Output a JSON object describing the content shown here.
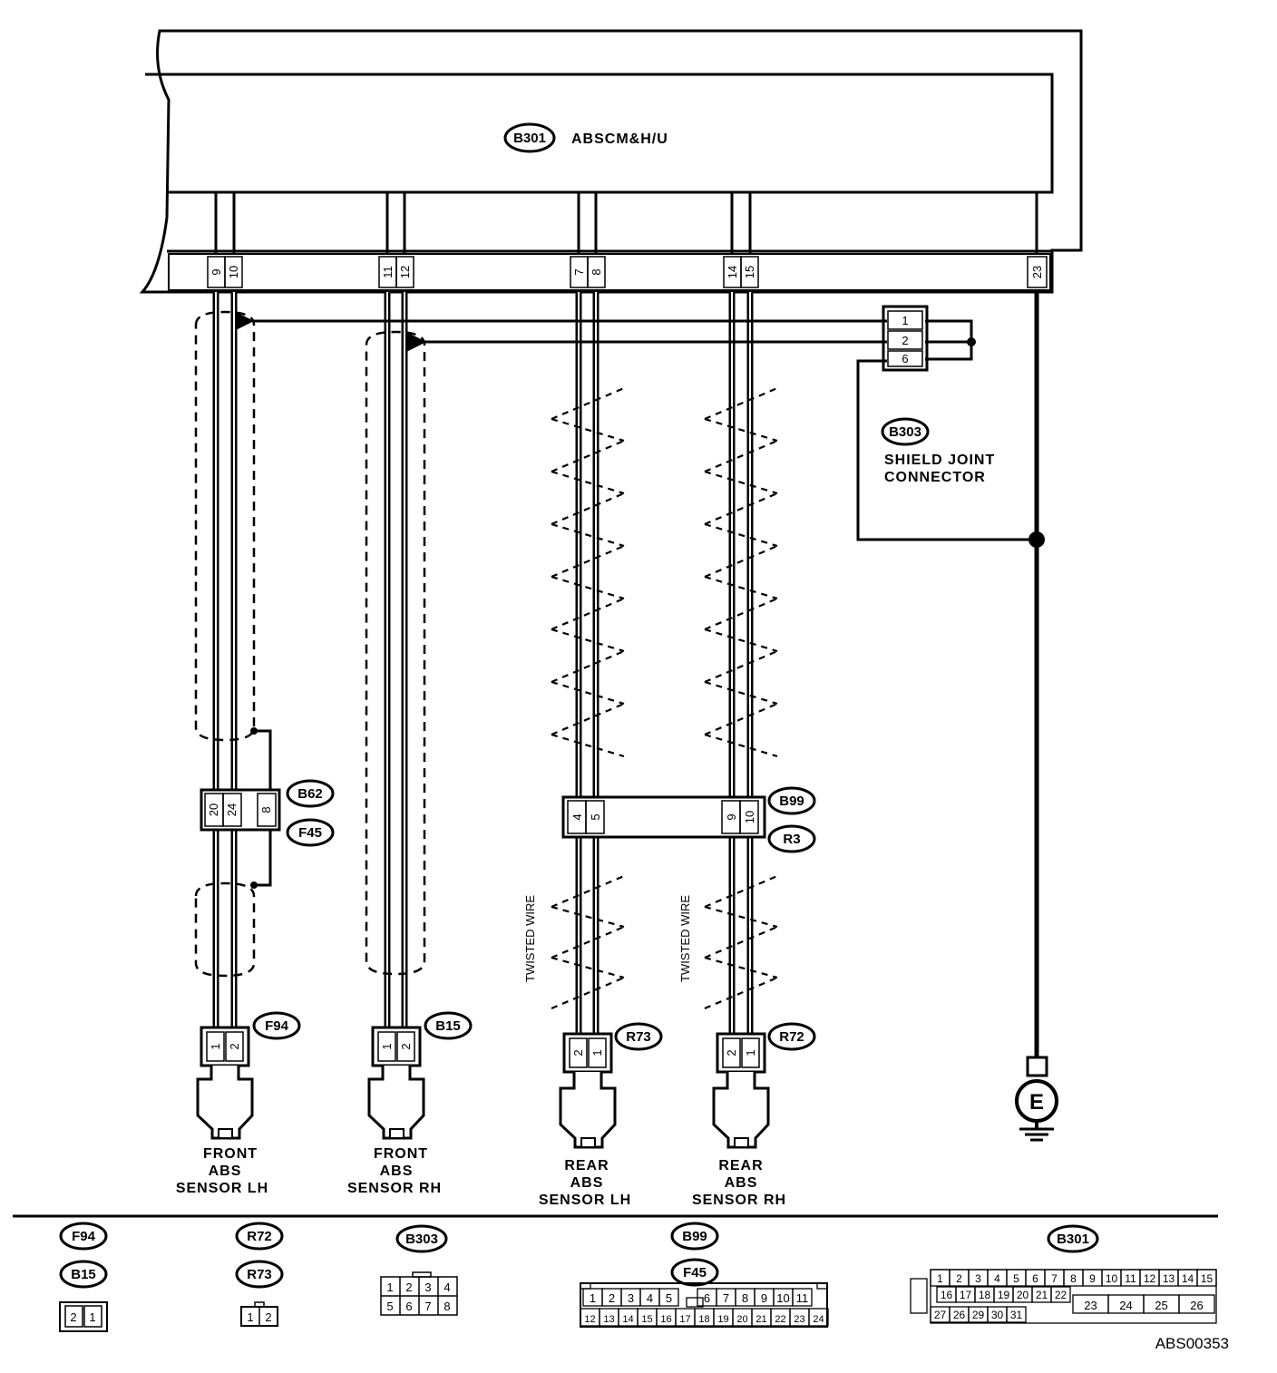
{
  "module": {
    "code": "B301",
    "name": "ABSCM&H/U"
  },
  "module_pins": [
    "9",
    "10",
    "11",
    "12",
    "7",
    "8",
    "14",
    "15",
    "23"
  ],
  "shield_joint": {
    "code": "B303",
    "label_line1": "SHIELD JOINT",
    "label_line2": "CONNECTOR",
    "pins": [
      "1",
      "2",
      "6"
    ]
  },
  "joint_connectors": {
    "front": {
      "codes": [
        "B62",
        "F45"
      ],
      "pins": [
        "20",
        "24",
        "8"
      ]
    },
    "rear": {
      "codes": [
        "B99",
        "R3"
      ],
      "pins": [
        "4",
        "5",
        "9",
        "10"
      ]
    }
  },
  "twisted_wire_label": "TWISTED WIRE",
  "sensors": [
    {
      "code": "F94",
      "pins": [
        "1",
        "2"
      ],
      "line1": "FRONT",
      "line2": "ABS",
      "line3": "SENSOR  LH"
    },
    {
      "code": "B15",
      "pins": [
        "1",
        "2"
      ],
      "line1": "FRONT",
      "line2": "ABS",
      "line3": "SENSOR  RH"
    },
    {
      "code": "R73",
      "pins": [
        "2",
        "1"
      ],
      "line1": "REAR",
      "line2": "ABS",
      "line3": "SENSOR  LH"
    },
    {
      "code": "R72",
      "pins": [
        "2",
        "1"
      ],
      "line1": "REAR",
      "line2": "ABS",
      "line3": "SENSOR  RH"
    }
  ],
  "ground": {
    "symbol": "E"
  },
  "legend": {
    "f94_b15": {
      "codes": [
        "F94",
        "B15"
      ],
      "cells": [
        "2",
        "1"
      ]
    },
    "r72_r73": {
      "codes": [
        "R72",
        "R73"
      ],
      "cells": [
        "1",
        "2"
      ]
    },
    "b303": {
      "code": "B303",
      "rows": [
        [
          "1",
          "2",
          "3",
          "4"
        ],
        [
          "5",
          "6",
          "7",
          "8"
        ]
      ]
    },
    "b99_f45": {
      "codes": [
        "B99",
        "F45"
      ],
      "row1": [
        "1",
        "2",
        "3",
        "4",
        "5",
        "",
        "6",
        "7",
        "8",
        "9",
        "10",
        "11"
      ],
      "row2": [
        "12",
        "13",
        "14",
        "15",
        "16",
        "17",
        "18",
        "19",
        "20",
        "21",
        "22",
        "23",
        "24"
      ]
    },
    "b301": {
      "code": "B301",
      "row1": [
        "1",
        "2",
        "3",
        "4",
        "5",
        "6",
        "7",
        "8",
        "9",
        "10",
        "11",
        "12",
        "13",
        "14",
        "15"
      ],
      "row2": [
        "16",
        "17",
        "18",
        "19",
        "20",
        "21",
        "22"
      ],
      "row3": [
        "27",
        "26",
        "29",
        "30",
        "31"
      ],
      "big": [
        "23",
        "24",
        "25",
        "26"
      ]
    }
  },
  "figure_id": "ABS00353"
}
